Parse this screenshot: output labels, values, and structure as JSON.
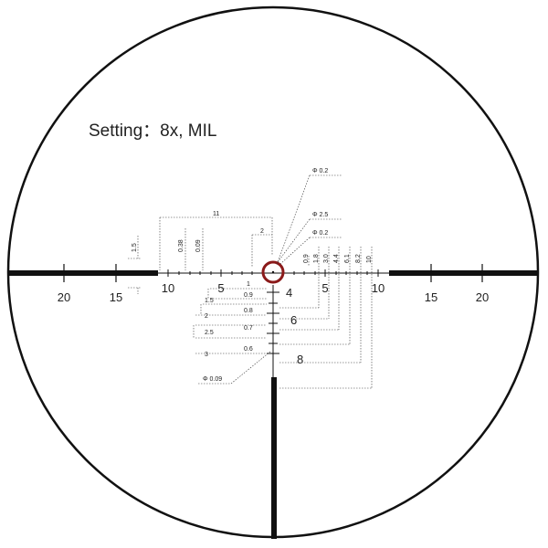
{
  "setting": {
    "label": "Setting：",
    "value": "8x, MIL"
  },
  "colors": {
    "reticle": "#111111",
    "center_ring": "#8b1a1a",
    "background": "#ffffff"
  },
  "horizontal": {
    "left": [
      "20",
      "15",
      "10",
      "5"
    ],
    "right": [
      "5",
      "10",
      "15",
      "20"
    ]
  },
  "vertical": {
    "marks": [
      "4",
      "6",
      "8"
    ]
  },
  "dims": {
    "d11": "11",
    "d2": "2",
    "d15": "1.5",
    "d038": "0.38",
    "d009": "0.09",
    "phi02_top": "Φ 0.2",
    "phi25": "Φ 2.5",
    "phi02_mid": "Φ 0.2",
    "phi009": "Φ 0.09",
    "rv": [
      "0.9",
      "1.8",
      "3.0",
      "4.4",
      "6.1",
      "8.2",
      "10"
    ],
    "lv": [
      {
        "label": "1",
        "value": "0.9"
      },
      {
        "label": "1.5",
        "value": "0.8"
      },
      {
        "label": "2",
        "value": "0.7"
      },
      {
        "label": "2.5",
        "value": "0.6"
      },
      {
        "label": "3",
        "value": ""
      }
    ]
  }
}
